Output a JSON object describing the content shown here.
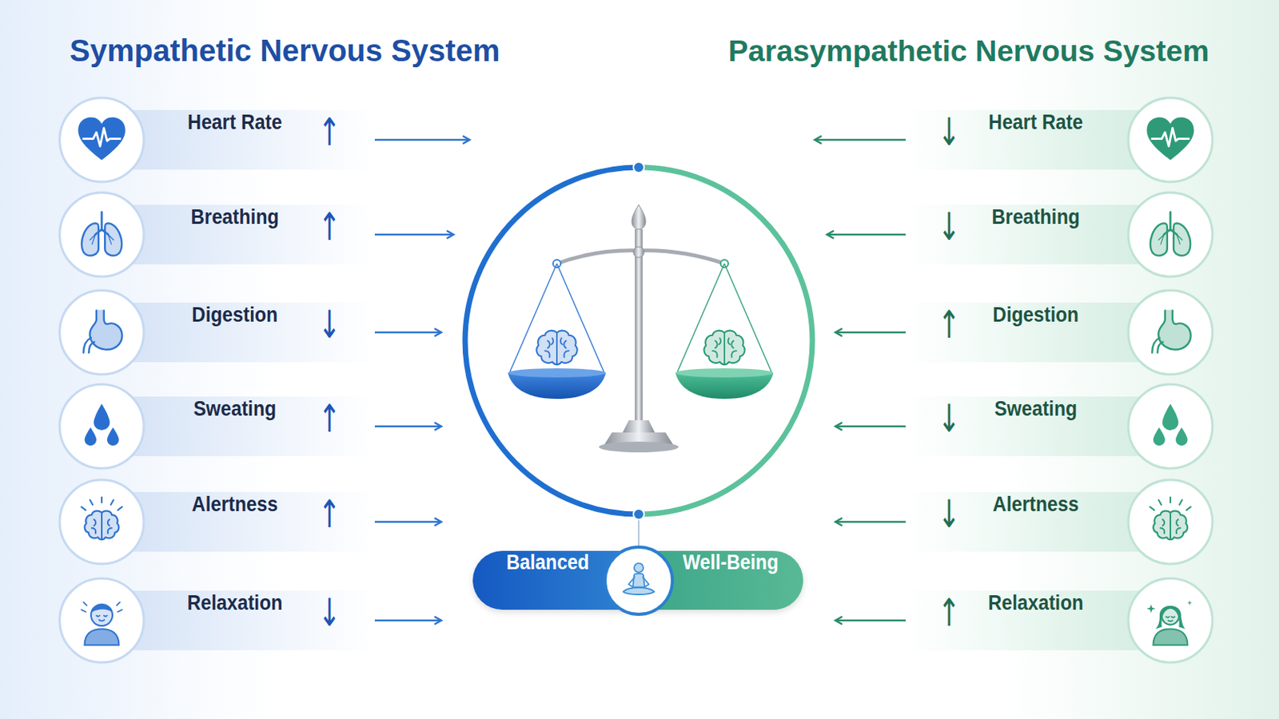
{
  "diagram": {
    "title": "Sympathetic Nervous System",
    "nodes": [
      {
        "text": [
          "Heart Rate",
          "↑"
        ]
      },
      {
        "text": [
          "↓",
          "Heart Rate"
        ]
      },
      {
        "text": [
          "Breathing",
          "↑"
        ]
      },
      {
        "text": [
          "↓",
          "Breathing"
        ]
      },
      {
        "text": [
          "Digestion",
          "↓"
        ]
      },
      {
        "text": [
          "↑",
          "Digestion"
        ]
      },
      {
        "text": [
          "Sweating",
          "↑"
        ]
      },
      {
        "text": [
          "↓",
          "Sweating"
        ]
      },
      {
        "text": [
          "Alertness",
          "↑"
        ]
      },
      {
        "text": [
          "↓",
          "Alertness"
        ]
      },
      {
        "text": [
          "Balanced",
          "Well-Being"
        ]
      },
      {
        "text": [
          "Relaxation",
          "↓"
        ]
      },
      {
        "text": [
          "↑",
          "Relaxation"
        ]
      }
    ],
    "labels": [
      "Parasympathetic Nervous System"
    ]
  }
}
